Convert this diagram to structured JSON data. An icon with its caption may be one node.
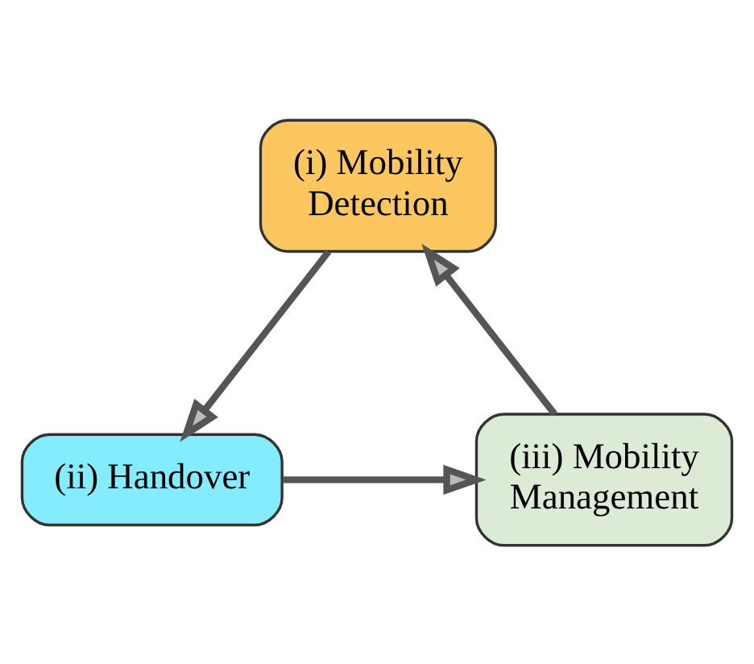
{
  "diagram": {
    "nodes": [
      {
        "text": [
          "(i) Mobility Detection"
        ]
      },
      {
        "text": [
          "(ii) Handover"
        ]
      },
      {
        "text": [
          "(iii) Mobility Management"
        ]
      }
    ],
    "edges": [
      {
        "from": 0,
        "to": 1,
        "arrow": "to"
      },
      {
        "from": 1,
        "to": 2,
        "arrow": "to"
      },
      {
        "from": 2,
        "to": 0,
        "arrow": "to"
      }
    ]
  }
}
